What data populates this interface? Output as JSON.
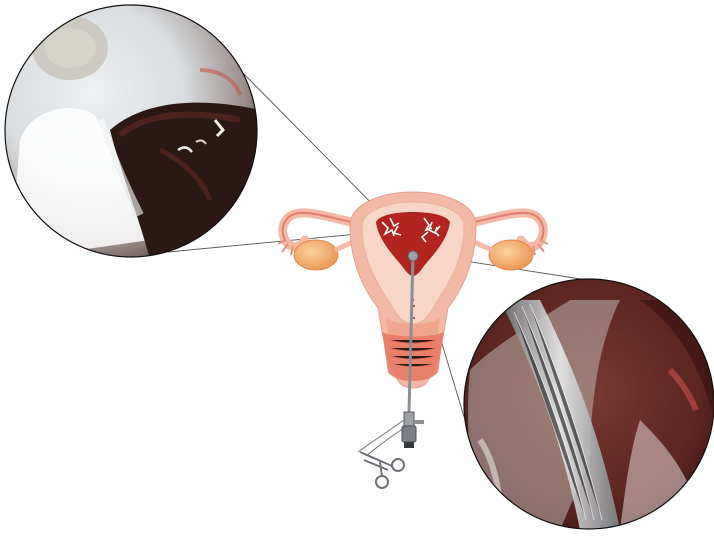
{
  "figure": {
    "panels": [
      {
        "id": "inset-top-left",
        "view": "endoscopic-closeup",
        "icon": "magnified-view"
      },
      {
        "id": "inset-bottom-right",
        "view": "endoscopic-closeup",
        "icon": "magnified-view"
      }
    ],
    "colors": {
      "uterus_wall": "#f2b9a4",
      "uterus_inner": "#b1241f",
      "ovary": "#f4ae6f",
      "instrument": "#8a8f96",
      "leader_line": "#555555",
      "inset_border": "#111111"
    }
  }
}
